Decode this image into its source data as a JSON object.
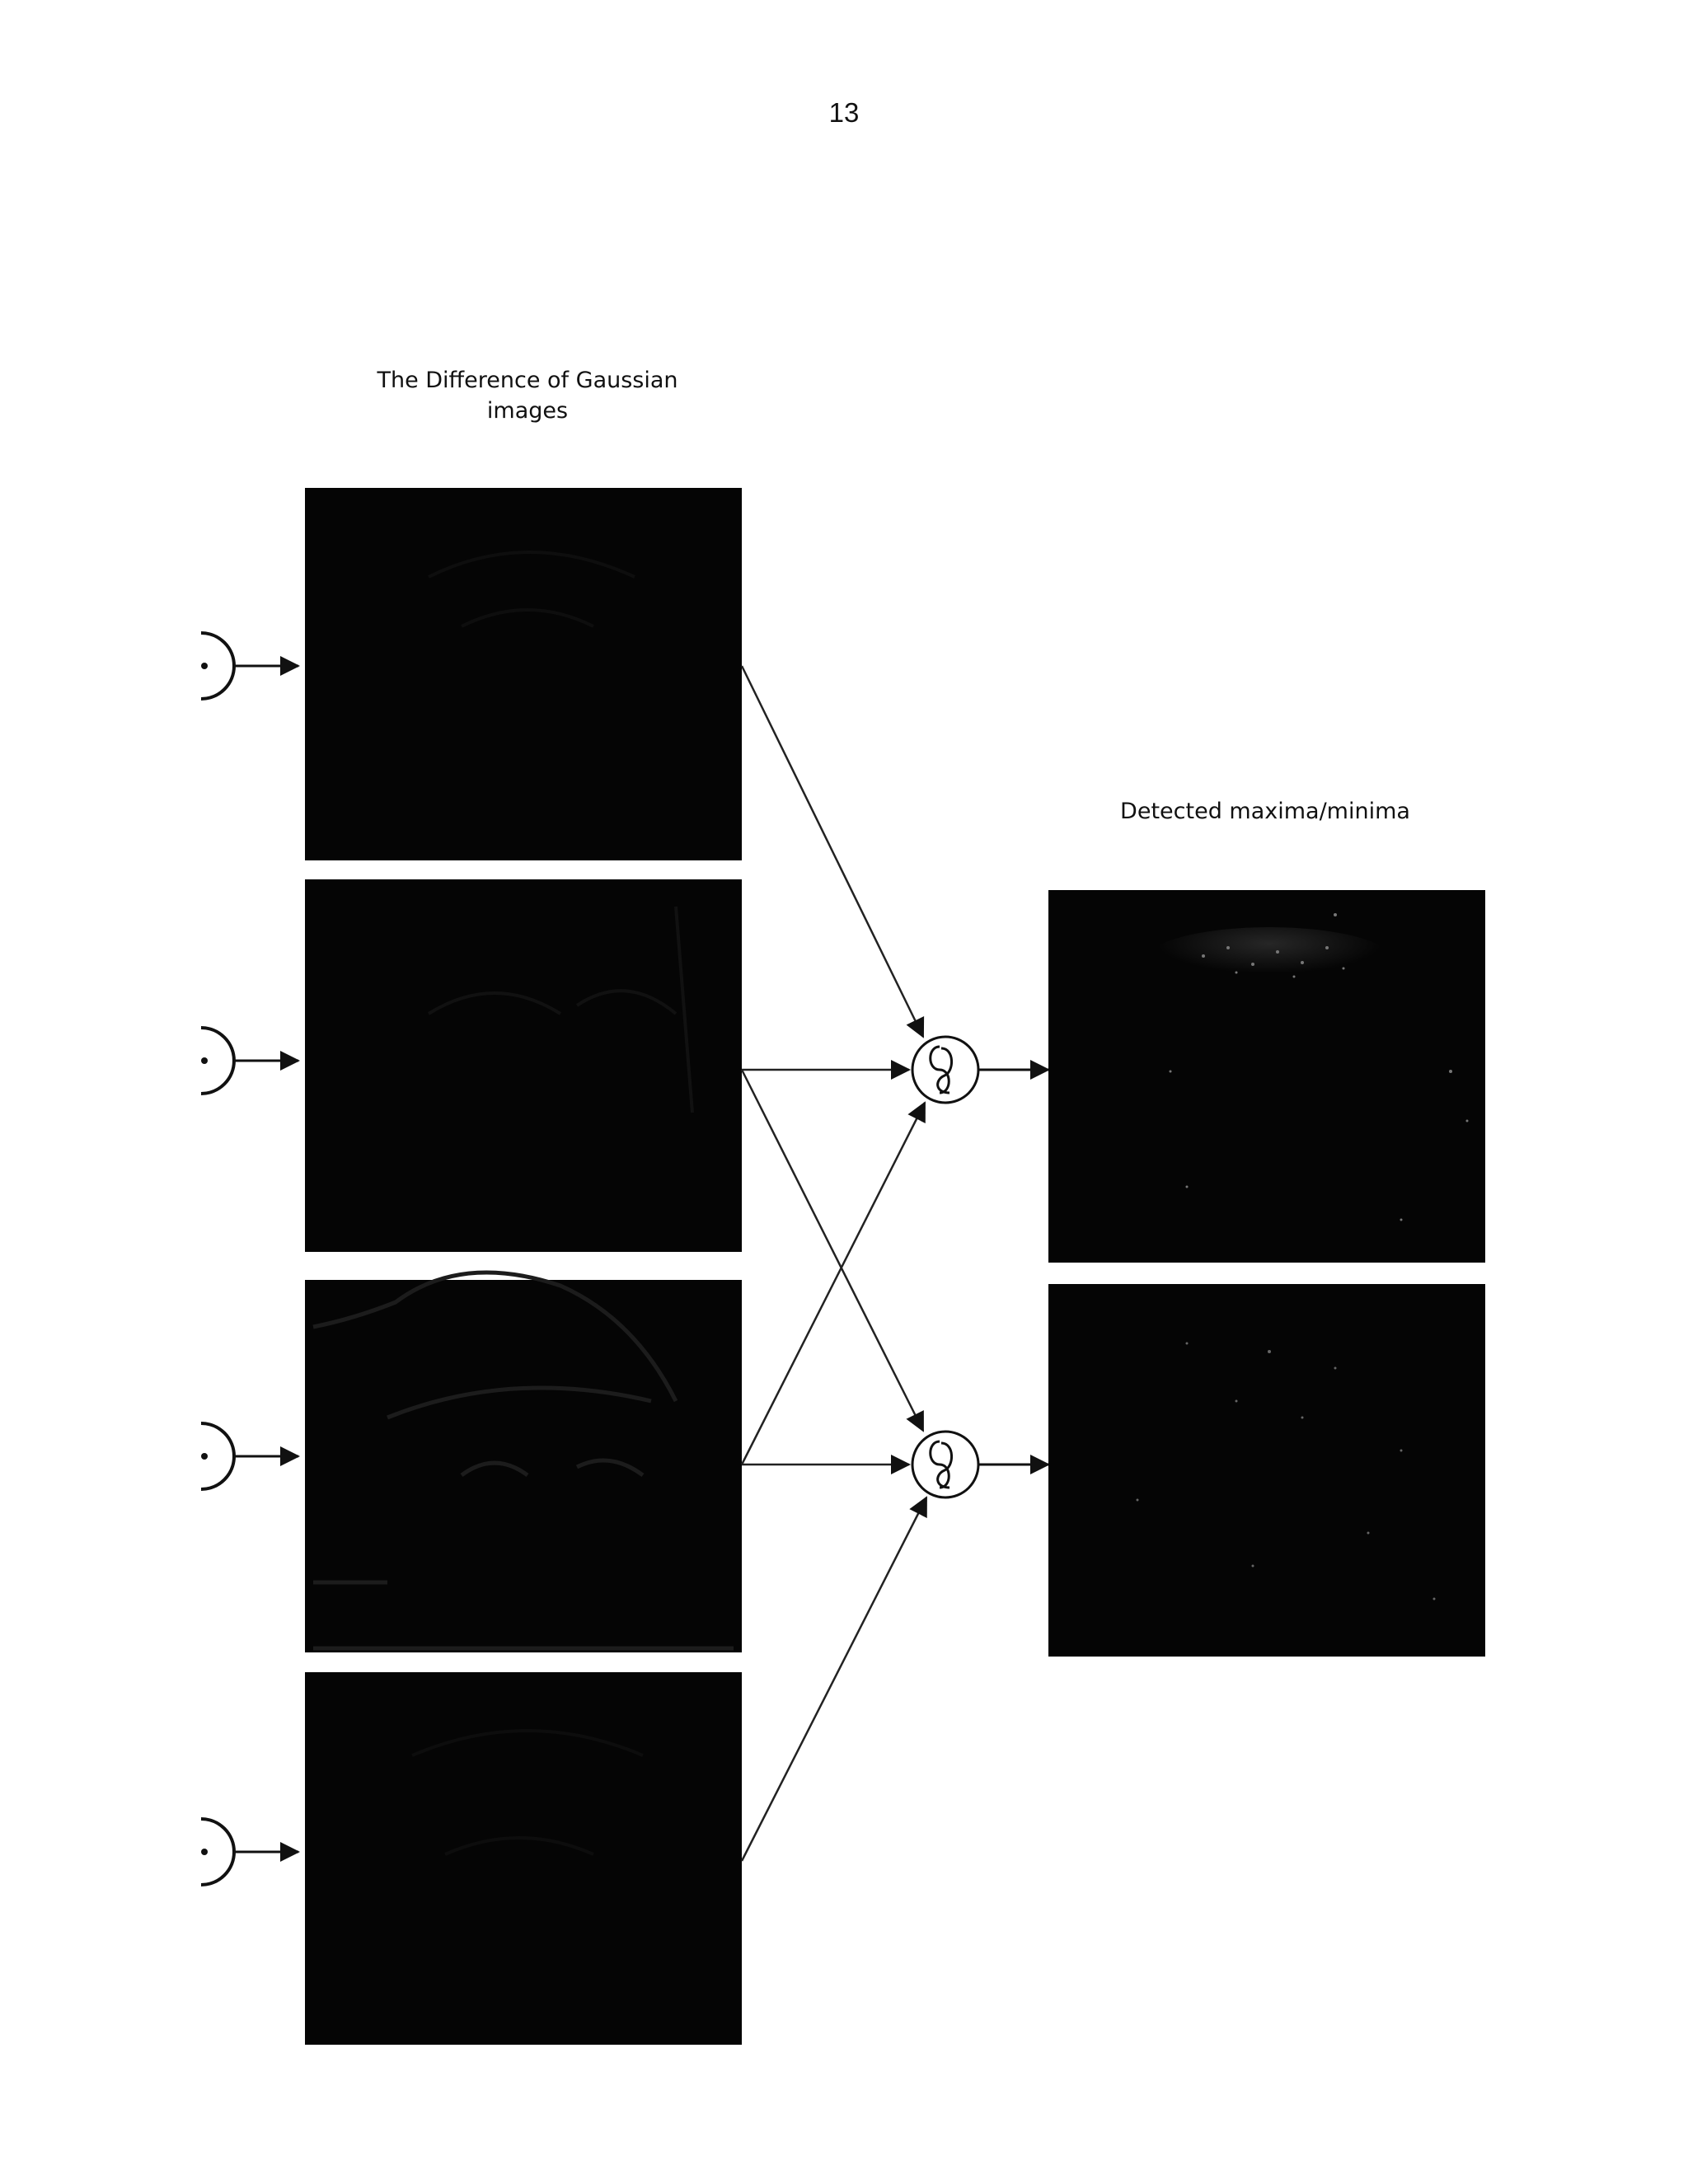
{
  "page": {
    "number": "13"
  },
  "diagram": {
    "left_title_line1": "The Difference of Gaussian",
    "left_title_line2": "images",
    "right_title": "Detected maxima/minima",
    "dog_images": [
      {
        "name": "dog-image-1"
      },
      {
        "name": "dog-image-2"
      },
      {
        "name": "dog-image-3"
      },
      {
        "name": "dog-image-4"
      }
    ],
    "detection_images": [
      {
        "name": "detected-extrema-image-1"
      },
      {
        "name": "detected-extrema-image-2"
      }
    ],
    "comparator_icon": "sine-wave-icon",
    "colors": {
      "image_fill": "#050505",
      "line": "#222222",
      "background": "#ffffff"
    }
  }
}
